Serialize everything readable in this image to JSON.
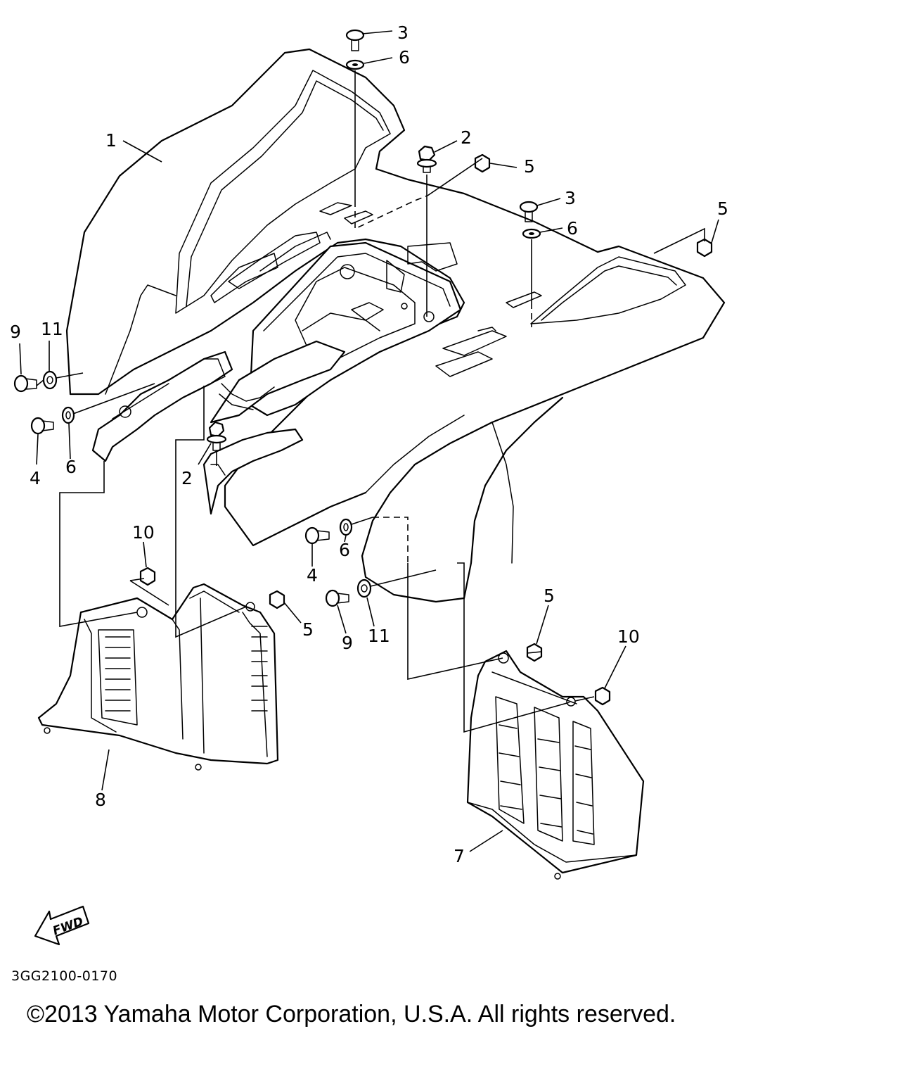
{
  "diagram": {
    "callouts": {
      "c1": "1",
      "c2a": "2",
      "c2b": "2",
      "c3a": "3",
      "c3b": "3",
      "c4a": "4",
      "c4b": "4",
      "c5a": "5",
      "c5b": "5",
      "c5c": "5",
      "c5d": "5",
      "c6a": "6",
      "c6b": "6",
      "c6c": "6",
      "c6d": "6",
      "c7": "7",
      "c8": "8",
      "c9a": "9",
      "c9b": "9",
      "c10a": "10",
      "c10b": "10",
      "c11a": "11",
      "c11b": "11"
    },
    "fwd_label": "FWD",
    "part_code": "3GG2100-0170"
  },
  "footer": {
    "copyright": "©2013 Yamaha Motor Corporation, U.S.A. All rights reserved."
  }
}
